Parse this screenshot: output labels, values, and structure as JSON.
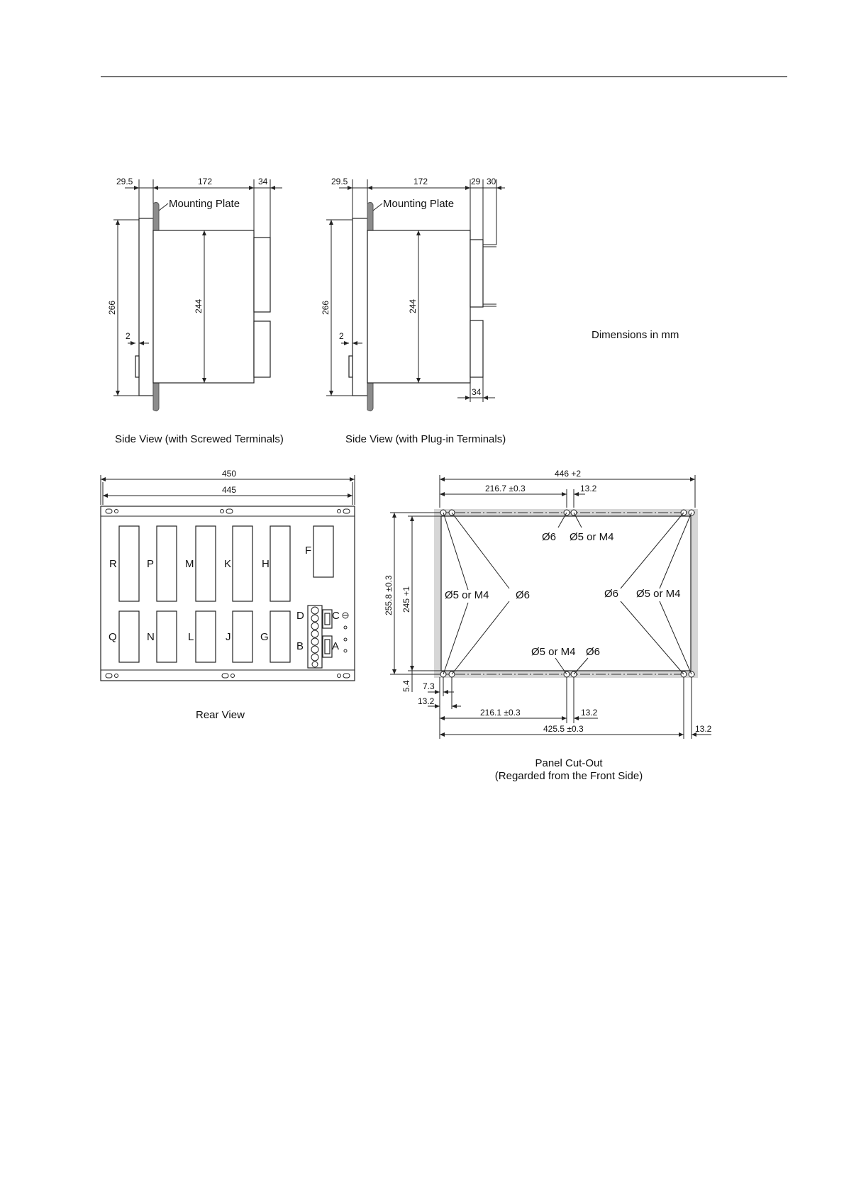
{
  "side_view_screwed": {
    "dim_front": "29.5",
    "dim_depth": "172",
    "dim_terminal": "34",
    "dim_height_total": "266",
    "dim_height_case": "244",
    "dim_plate": "2",
    "mounting_plate_label": "Mounting Plate",
    "caption": "Side View (with Screwed Terminals)"
  },
  "side_view_plugin": {
    "dim_front": "29.5",
    "dim_depth": "172",
    "dim_plug_a": "29",
    "dim_plug_b": "30",
    "dim_height_total": "266",
    "dim_height_case": "244",
    "dim_plate": "2",
    "dim_terminal_bottom": "34",
    "mounting_plate_label": "Mounting Plate",
    "caption": "Side View (with Plug-in Terminals)"
  },
  "units_note": "Dimensions in mm",
  "rear_view": {
    "dim_outer": "450",
    "dim_inner": "445",
    "top_row_labels": [
      "R",
      "P",
      "M",
      "K",
      "H"
    ],
    "bottom_row_labels": [
      "Q",
      "N",
      "L",
      "J",
      "G"
    ],
    "label_f": "F",
    "label_d": "D",
    "label_c": "C",
    "label_b": "B",
    "label_a": "A",
    "caption": "Rear View"
  },
  "panel_cutout": {
    "dim_width_total": "446 +2",
    "dim_half_top": "216.7 ±0.3",
    "dim_hole_gap_top": "13.2",
    "dim_height_total": "255.8 ±0.3",
    "dim_height_holes": "245 +1",
    "dim_offset_bottom": "5.4",
    "dim_hole_x": "7.3",
    "dim_hole_left": "13.2",
    "dim_half_bottom": "216.1 ±0.3",
    "dim_hole_gap_bottom": "13.2",
    "dim_holes_span": "425.5 ±0.3",
    "dim_hole_right": "13.2",
    "hole_d6": "Ø6",
    "hole_d5": "Ø5 or M4",
    "caption_line1": "Panel Cut-Out",
    "caption_line2": "(Regarded from the Front Side)"
  }
}
